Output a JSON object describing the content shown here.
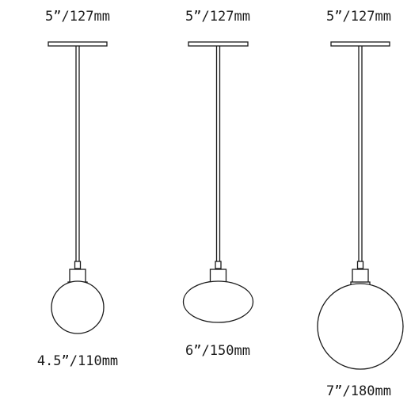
{
  "pendants": [
    {
      "canopy_label": "5”/127mm",
      "globe_label": "4.5”/110mm",
      "globe_shape": "sphere"
    },
    {
      "canopy_label": "5”/127mm",
      "globe_label": "6”/150mm",
      "globe_shape": "oval"
    },
    {
      "canopy_label": "5”/127mm",
      "globe_label": "7”/180mm",
      "globe_shape": "sphere"
    }
  ],
  "colors": {
    "line": "#1a1a1a",
    "background": "#ffffff"
  }
}
